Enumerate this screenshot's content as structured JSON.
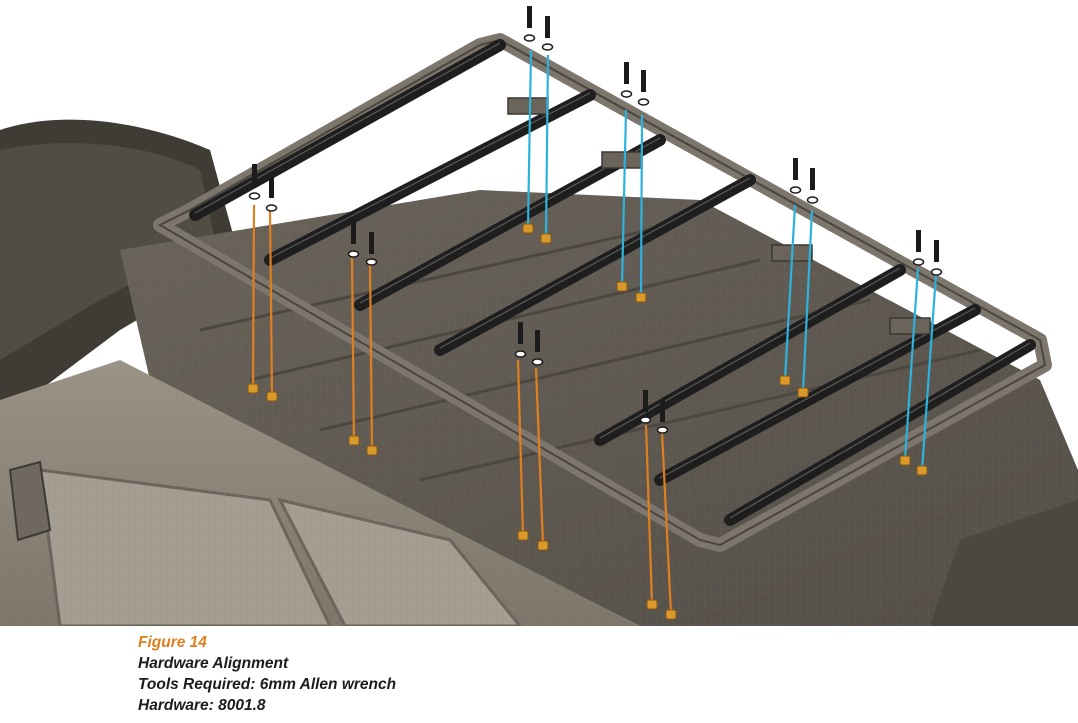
{
  "figure": {
    "number_label": "Figure 14",
    "title": "Hardware Alignment",
    "tools_line": "Tools Required: 6mm Allen wrench",
    "hardware_line": "Hardware: 8001.8"
  },
  "colors": {
    "accent_orange": "#e07f1f",
    "alignment_blue": "#2cb2dc",
    "rack_black": "#1e1e1e",
    "rack_frame": "#7d766c",
    "vehicle_roof": "#5f5a52",
    "vehicle_side": "#8b8478",
    "window_glass": "#a49d91"
  },
  "illustration": {
    "subject": "roof-rack-exploded-view",
    "icons": [
      "bolt-icon",
      "washer-icon",
      "mounting-nut-icon"
    ]
  }
}
